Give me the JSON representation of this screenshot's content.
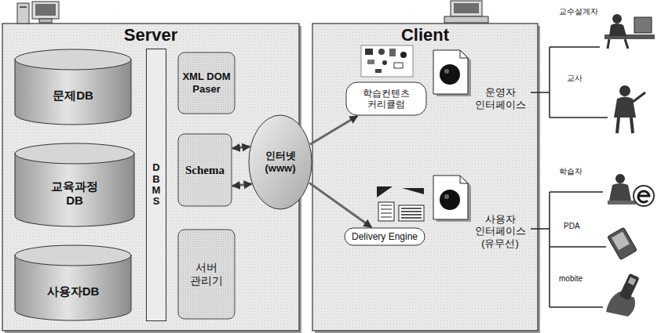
{
  "diagram": {
    "nodes": [
      {
        "text": [
          "Server"
        ]
      },
      {
        "text": [
          "문제DB"
        ],
        "in": 0
      },
      {
        "text": [
          "교육과정 DB"
        ],
        "in": 0
      },
      {
        "text": [
          "사용자DB"
        ],
        "in": 0
      },
      {
        "text": [
          "DBMS"
        ],
        "in": 0
      },
      {
        "text": [
          "XML DOM Paser"
        ],
        "in": 0
      },
      {
        "text": [
          "Schema"
        ],
        "in": 0
      },
      {
        "text": [
          "서버 관리기"
        ],
        "in": 0
      },
      {
        "text": [
          "인터넷 (www)"
        ]
      },
      {
        "text": [
          "Client"
        ]
      },
      {
        "text": [
          "학습컨텐츠 커리큘럼"
        ],
        "in": 9
      },
      {
        "text": [
          "운영자 인터페이스"
        ],
        "in": 9
      },
      {
        "text": [
          "Delivery Engine"
        ],
        "in": 9
      },
      {
        "text": [
          "사용자 인터페이스 (유무선)"
        ],
        "in": 9
      }
    ],
    "edges": [
      {
        "from": 6,
        "to": 8,
        "arrow": "both"
      },
      {
        "from": 6,
        "to": 8,
        "arrow": "both"
      },
      {
        "from": 8,
        "to": 10,
        "arrow": "to"
      },
      {
        "from": 8,
        "to": 12,
        "arrow": "to"
      }
    ],
    "labels": [
      "교수설계자",
      "교사",
      "학습자",
      "PDA",
      "mobite"
    ]
  }
}
